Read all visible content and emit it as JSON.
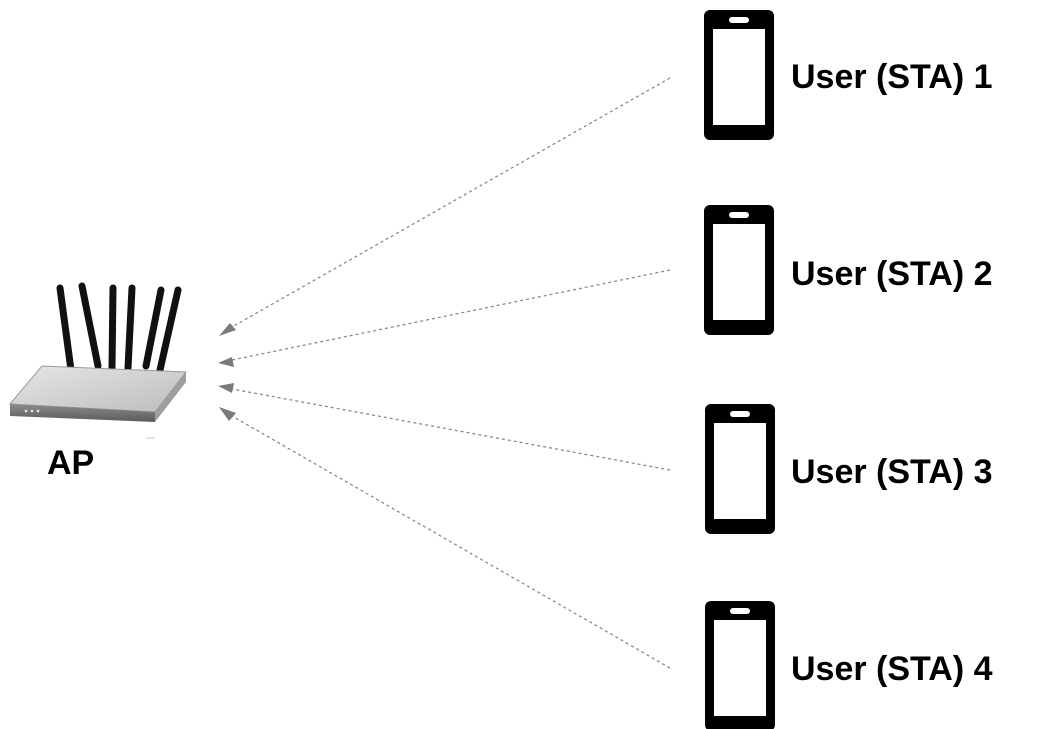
{
  "access_point": {
    "label": "AP",
    "icon": "router-icon"
  },
  "stations": [
    {
      "label": "User (STA) 1",
      "icon": "smartphone-icon"
    },
    {
      "label": "User (STA) 2",
      "icon": "smartphone-icon"
    },
    {
      "label": "User (STA) 3",
      "icon": "smartphone-icon"
    },
    {
      "label": "User (STA) 4",
      "icon": "smartphone-icon"
    }
  ],
  "links": {
    "direction": "station-to-AP (uplink)",
    "style": "dashed",
    "color": "#8a8a8a"
  },
  "colors": {
    "phone": "#000000",
    "router_body": "#d0d0d0",
    "router_front": "#6e6e6e",
    "antenna": "#111111"
  }
}
